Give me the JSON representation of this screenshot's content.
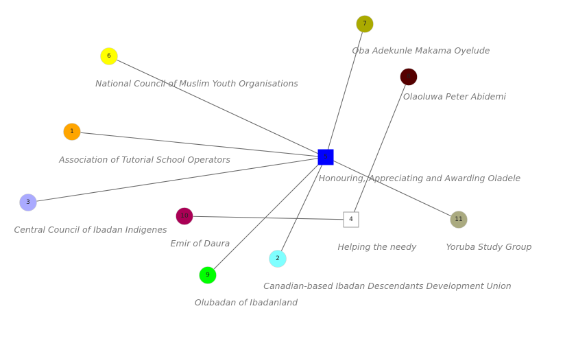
{
  "nodes": [
    {
      "id": "5",
      "label": "5",
      "caption": "Honouring, Appreciating and Awarding Oladele",
      "shape": "square",
      "color": "#0000ff"
    },
    {
      "id": "1",
      "label": "1",
      "caption": "Association of Tutorial School Operators",
      "shape": "circle",
      "color": "#ffa500"
    },
    {
      "id": "2",
      "label": "2",
      "caption": "Canadian-based Ibadan Descendants Development Union",
      "shape": "circle",
      "color": "#7fffff"
    },
    {
      "id": "3",
      "label": "3",
      "caption": "Central Council of Ibadan Indigenes",
      "shape": "circle",
      "color": "#aaaaff"
    },
    {
      "id": "4",
      "label": "4",
      "caption": "Helping the needy",
      "shape": "square",
      "color": "#ffffff"
    },
    {
      "id": "6",
      "label": "6",
      "caption": "National Council of Muslim Youth Organisations",
      "shape": "circle",
      "color": "#ffff00"
    },
    {
      "id": "7",
      "label": "7",
      "caption": "Oba Adekunle Makama Oyelude",
      "shape": "circle",
      "color": "#aaaa00"
    },
    {
      "id": "8",
      "label": "8",
      "caption": "Olaoluwa Peter Abidemi",
      "shape": "circle",
      "color": "#550000"
    },
    {
      "id": "9",
      "label": "9",
      "caption": "Olubadan of Ibadanland",
      "shape": "circle",
      "color": "#00ff00"
    },
    {
      "id": "10",
      "label": "10",
      "caption": "Emir of Daura",
      "shape": "circle",
      "color": "#aa0055"
    },
    {
      "id": "11",
      "label": "11",
      "caption": "Yoruba Study Group",
      "shape": "circle",
      "color": "#aaaa80"
    }
  ],
  "edges": [
    [
      "5",
      "6"
    ],
    [
      "5",
      "1"
    ],
    [
      "5",
      "3"
    ],
    [
      "5",
      "7"
    ],
    [
      "5",
      "11"
    ],
    [
      "5",
      "9"
    ],
    [
      "5",
      "2"
    ],
    [
      "4",
      "10"
    ],
    [
      "4",
      "8"
    ]
  ]
}
